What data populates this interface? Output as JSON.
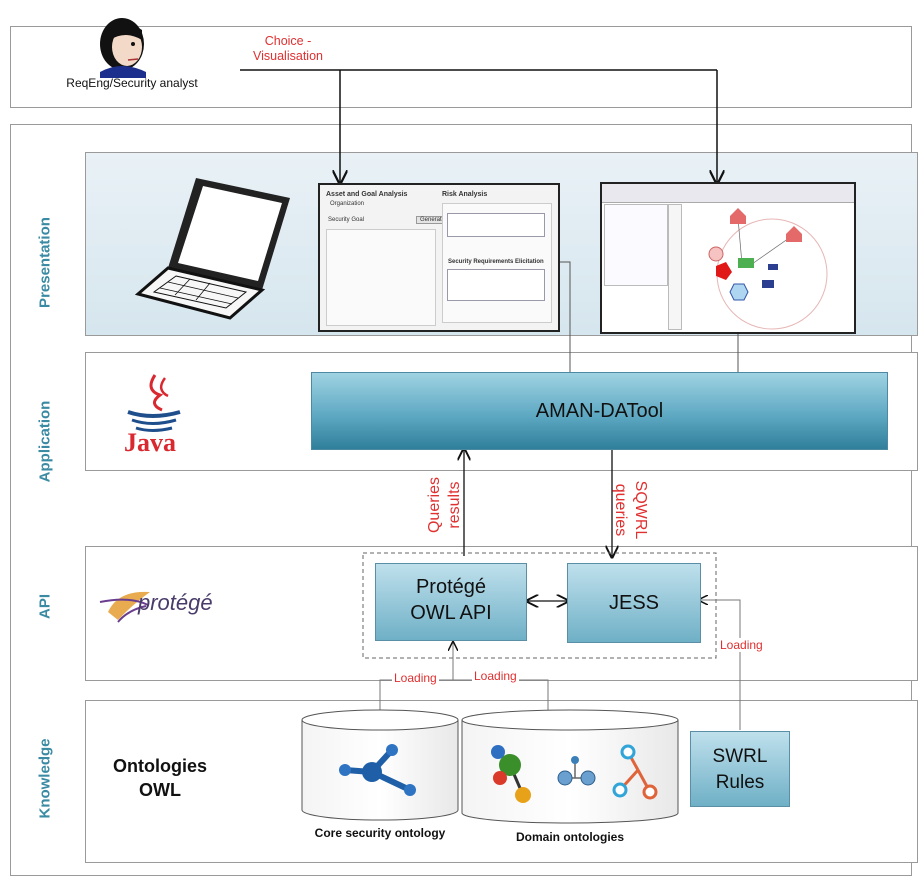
{
  "actor": {
    "label": "ReqEng/Security analyst"
  },
  "choice": {
    "line1": "Choice -",
    "line2": "Visualisation"
  },
  "layers": {
    "presentation": "Presentation",
    "application": "Application",
    "api": "API",
    "knowledge": "Knowledge"
  },
  "java_logo": "Java",
  "protege_logo": "protégé",
  "aman": "AMAN-DATool",
  "queries_results": {
    "line1": "Queries",
    "line2": "results"
  },
  "sqwrl": {
    "line1": "SQWRL",
    "line2": "queries"
  },
  "protege_api": {
    "line1": "Protégé",
    "line2": "OWL API"
  },
  "jess": "JESS",
  "loading_1": "Loading",
  "loading_2": "Loading",
  "loading_3": "Loading",
  "ontologies": {
    "line1": "Ontologies",
    "line2": "OWL"
  },
  "swrl": {
    "line1": "SWRL",
    "line2": "Rules"
  },
  "core_ontology": "Core security ontology",
  "domain_ontologies": "Domain ontologies",
  "screens": {
    "asset_title": "Asset and Goal Analysis",
    "risk_title": "Risk Analysis",
    "sec_req": "Security Requirements Elicitation",
    "org_label": "Organization",
    "security_goal": "Security Goal",
    "generate": "Generate"
  },
  "colors": {
    "accent": "#3a8aa3",
    "red": "#e03030",
    "box": "#6fb0c6"
  }
}
